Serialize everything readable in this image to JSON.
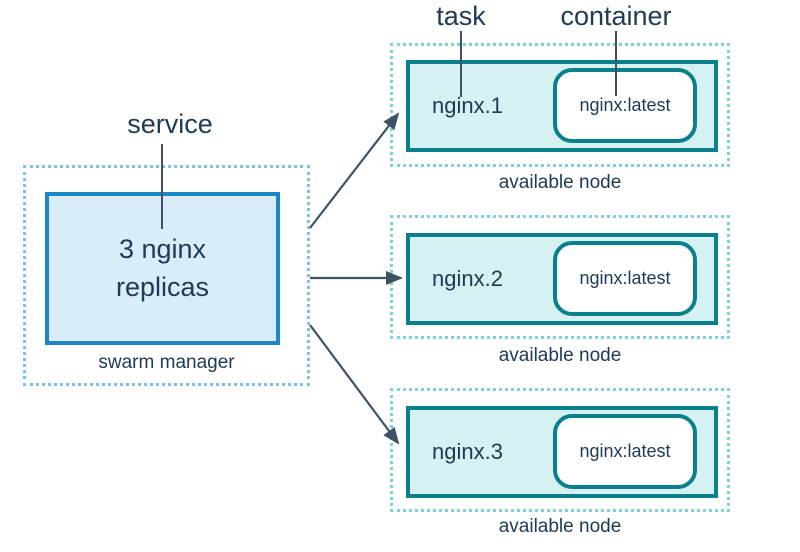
{
  "callouts": {
    "service": "service",
    "task": "task",
    "container": "container"
  },
  "manager": {
    "service_name": "3 nginx replicas",
    "caption": "swarm manager"
  },
  "nodes": [
    {
      "task": "nginx.1",
      "container": "nginx:latest",
      "caption": "available node"
    },
    {
      "task": "nginx.2",
      "container": "nginx:latest",
      "caption": "available node"
    },
    {
      "task": "nginx.3",
      "container": "nginx:latest",
      "caption": "available node"
    }
  ],
  "colors": {
    "manager_border": "#1b87c7",
    "manager_fill": "#d9edf9",
    "manager_dotted_border": "#7fc1e8",
    "node_border": "#0a808c",
    "node_fill": "#d5f1f1",
    "node_dotted_border": "#7ed3d8",
    "container_fill": "#ffffff",
    "text": "#203b55",
    "arrow": "#3d5266"
  }
}
